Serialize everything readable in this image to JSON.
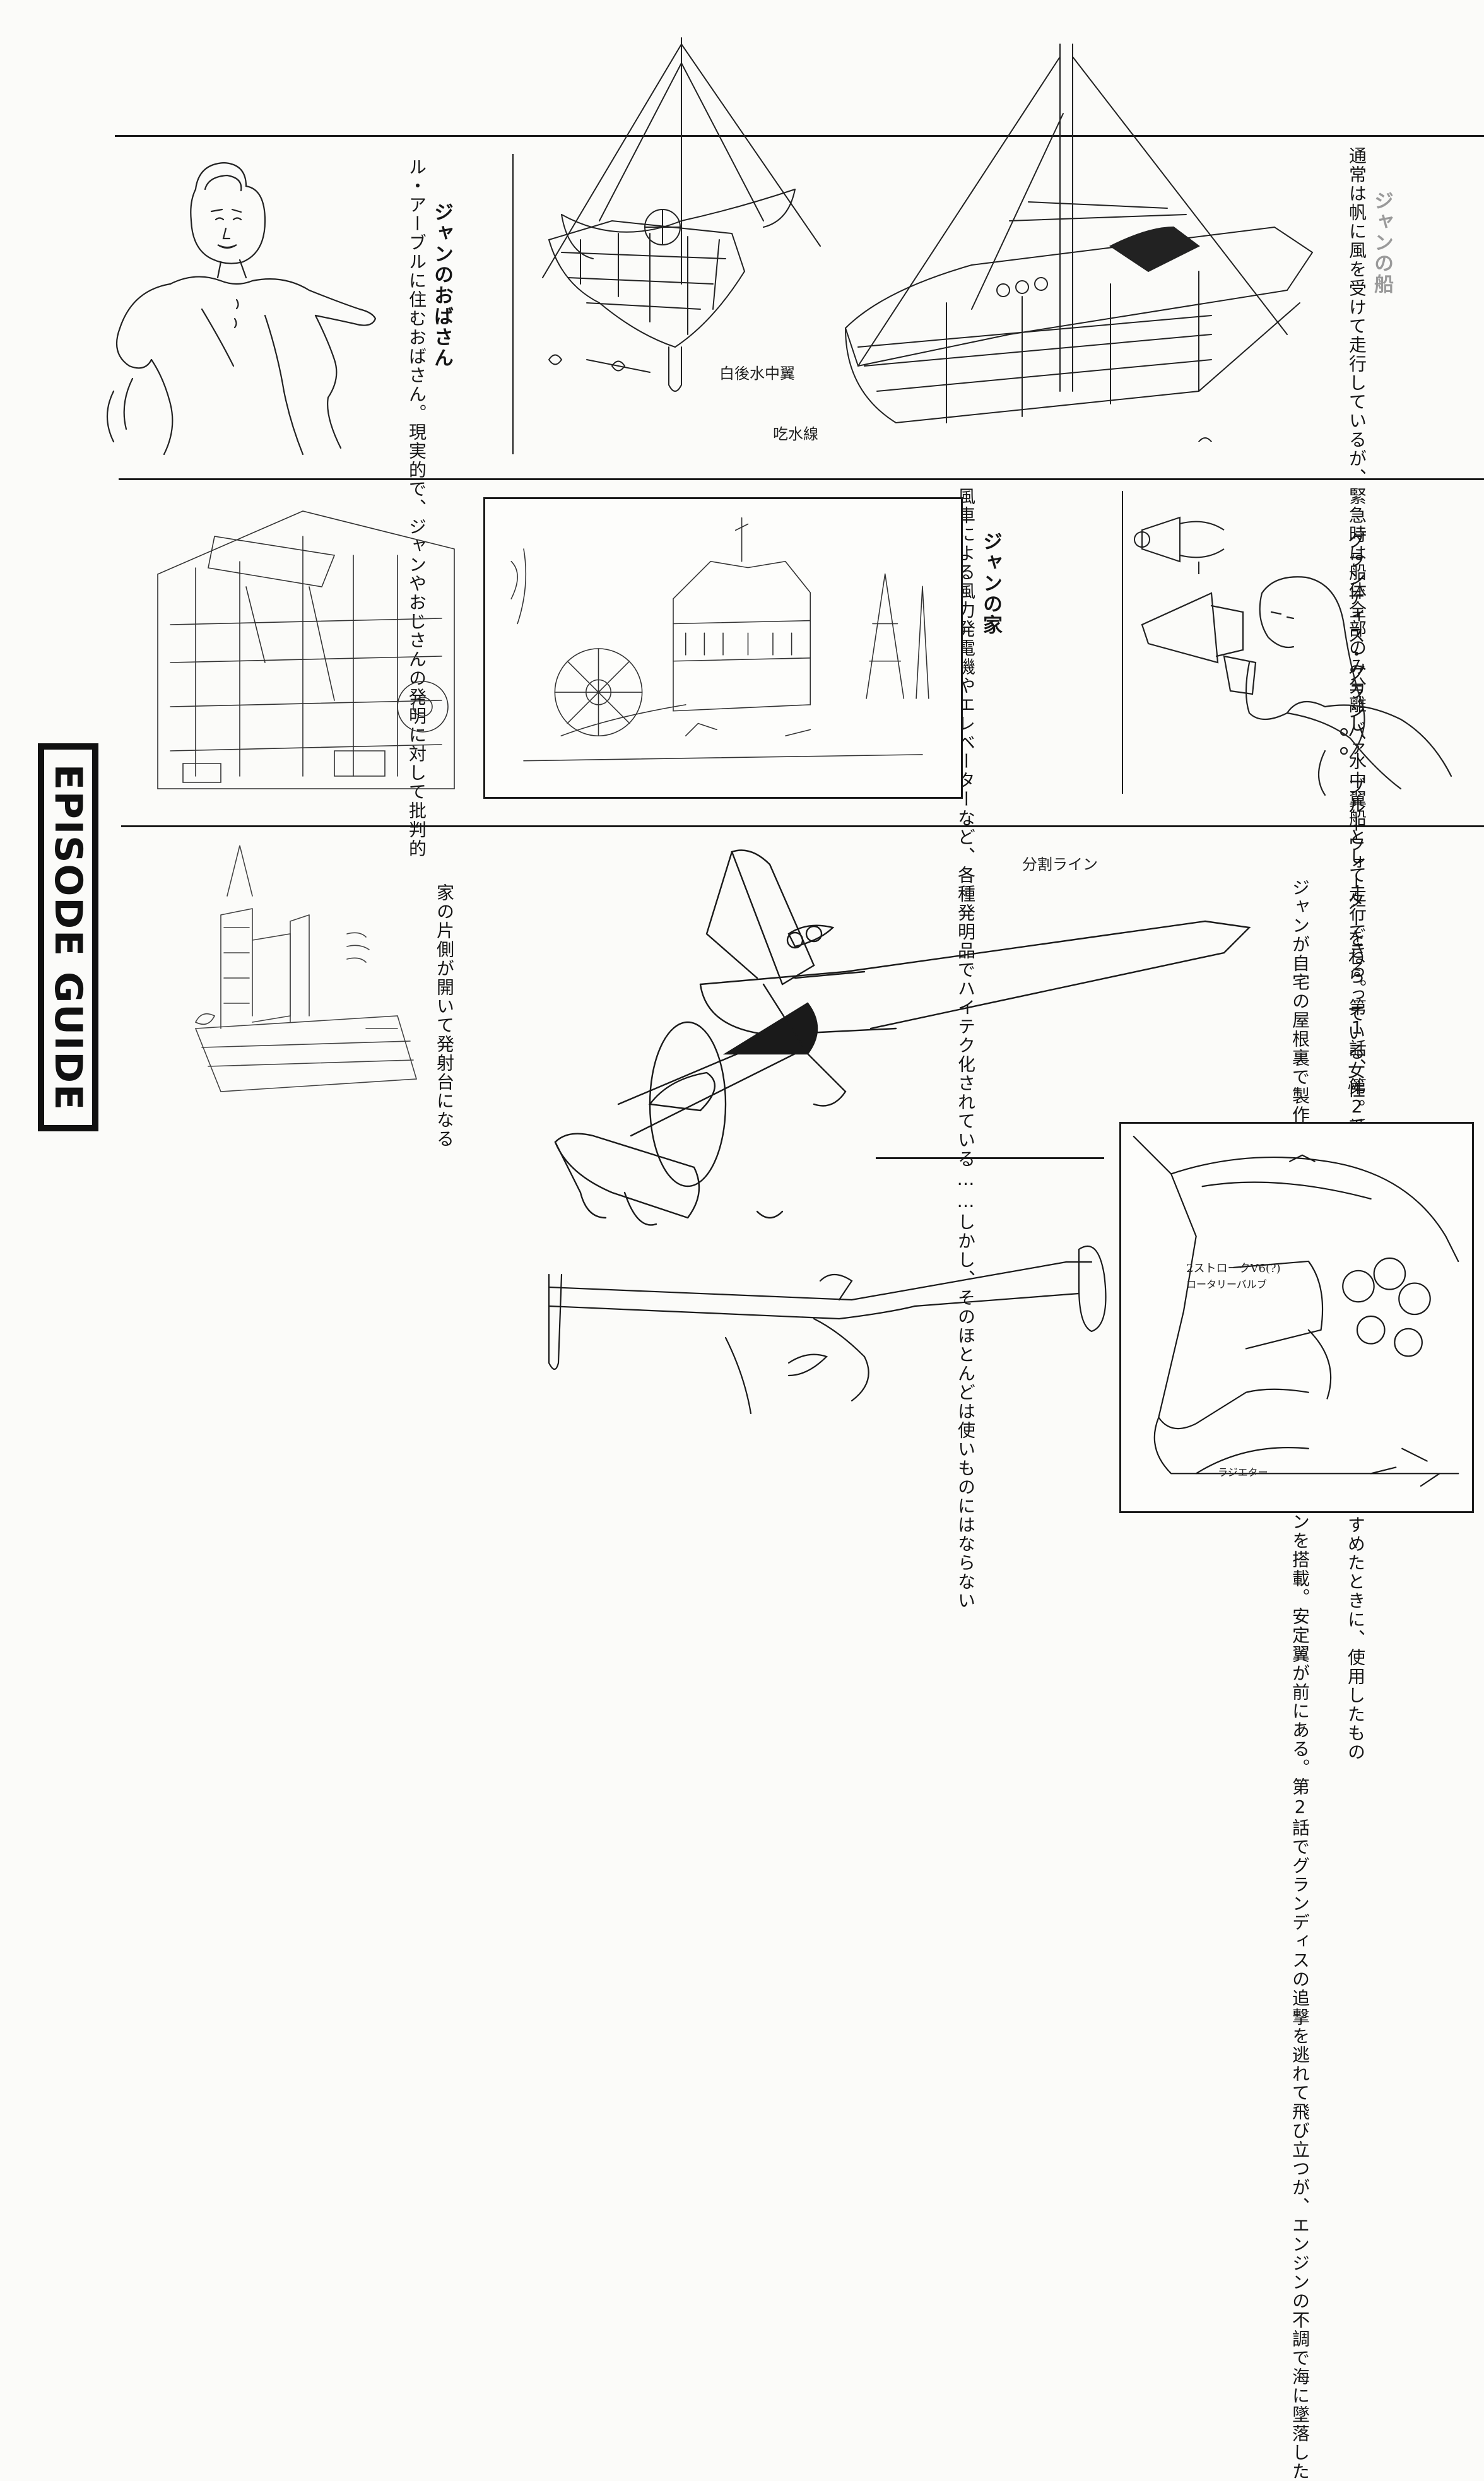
{
  "side_tab": {
    "label": "EPISODE GUIDE"
  },
  "boat": {
    "heading": "ジャンの船",
    "text": "通常は帆に風を受けて走行しているが、緊急時は船体全部のみ分離し、水中翼船として走行できる。第1話、第2話に登場",
    "annotations": {
      "hydrofoil": "白後水中翼",
      "waterline": "吃水線"
    }
  },
  "aunt": {
    "heading": "ジャンのおばさん",
    "text": "ル・アーブルに住むおばさん。現実的で、ジャンやおじさんの発明に対して批判的"
  },
  "house": {
    "heading": "ジャンの家",
    "text": "風車による風力発電機やエレベーターなど、各種発明品でハイテク化されている……しかし、そのほとんどは使いものにはならない"
  },
  "grandis": {
    "text": "グランディス・グランバァ　ブルーウォーターをねらっている女性。手にしているメガホンは、ナディアに降伏をすすめたときに、使用したもの"
  },
  "launch": {
    "text": "家の片側が開いて発射台になる"
  },
  "airplane": {
    "text": "ジャンが自宅の屋根裏で製作していた飛行機。2ストローク・V6エンジンを搭載。安定翼が前にある。第2話でグランディスの追撃を逃れて飛び立つが、エンジンの不調で海に墜落した",
    "annotations": {
      "split_line": "分割ライン",
      "engine": "2ストロークV6(?)",
      "valve": "ロータリーバルブ",
      "radiator": "ラジエター"
    }
  },
  "colors": {
    "ink": "#151515",
    "paper": "#fbfbf9",
    "faded": "#9a9a9a"
  }
}
